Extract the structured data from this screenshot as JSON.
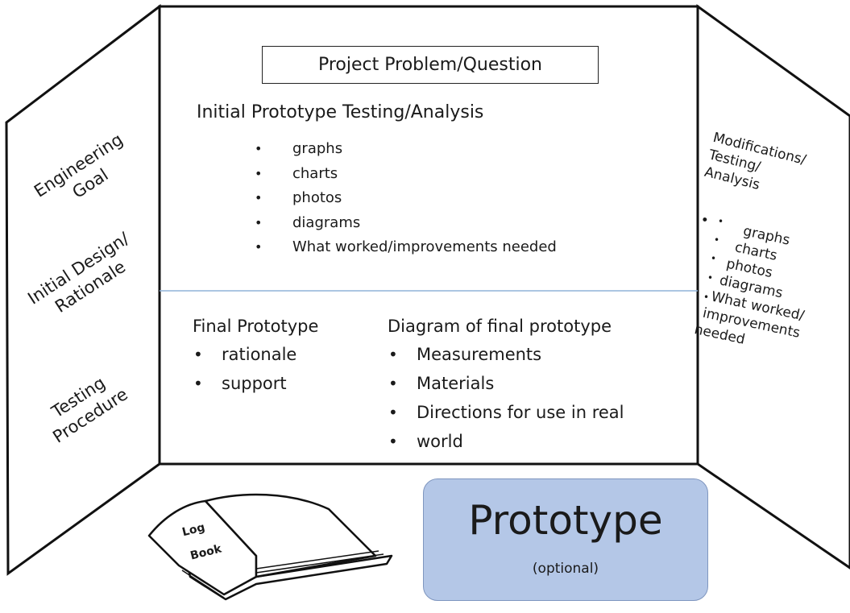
{
  "center": {
    "title": "Project Problem/Question",
    "testing_heading": "Initial Prototype Testing/Analysis",
    "testing_items": [
      "graphs",
      "charts",
      "photos",
      "diagrams",
      "What worked/improvements  needed"
    ],
    "final_heading": "Final Prototype",
    "final_items": [
      "rationale",
      "support"
    ],
    "diagram_heading": "Diagram of final prototype",
    "diagram_items": [
      "Measurements",
      "Materials",
      "Directions for use in real",
      "world"
    ]
  },
  "left_wing": {
    "goal": [
      "Engineering",
      "Goal"
    ],
    "design": [
      "Initial Design/",
      "Rationale"
    ],
    "procedure": [
      "Testing",
      "Procedure"
    ]
  },
  "right_wing": {
    "heading": [
      "Modifications/",
      "Testing/",
      "Analysis"
    ],
    "items": [
      "graphs",
      "charts",
      "photos",
      "diagrams",
      "What worked/",
      "improvements",
      "needed"
    ]
  },
  "log_book": [
    "Log",
    "Book"
  ],
  "prototype": {
    "title": "Prototype",
    "subtitle": "(optional)",
    "fill_color": "#b4c7e7"
  },
  "divider_color": "#8fb3d9"
}
